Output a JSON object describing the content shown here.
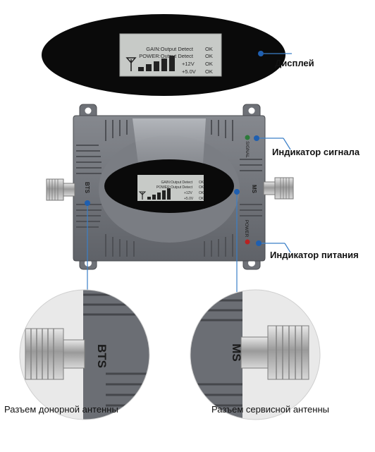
{
  "display": {
    "gain_line": "GAIN:Output Detect",
    "power_line": "POWER:Output Detect",
    "ok_1": "OK",
    "ok_2": "OK",
    "ok_3": "OK",
    "ok_4": "OK",
    "v12": "+12V",
    "v5": "+5.0V",
    "signal_bars_level": 5
  },
  "device": {
    "signal_label": "SIGNAL",
    "power_label": "POWER",
    "bts_label": "BTS",
    "ms_label": "MS"
  },
  "callouts": {
    "display": "Дисплей",
    "signal_indicator": "Индикатор сигнала",
    "power_indicator": "Индикатор питания"
  },
  "captions": {
    "donor": "Разъем донорной антенны",
    "service": "Разъем сервисной антенны"
  },
  "colors": {
    "callout_line": "#3a7fc8",
    "dot": "#1f5fb0",
    "housing": "#6e7177",
    "lcd": "#c9ccc9"
  }
}
